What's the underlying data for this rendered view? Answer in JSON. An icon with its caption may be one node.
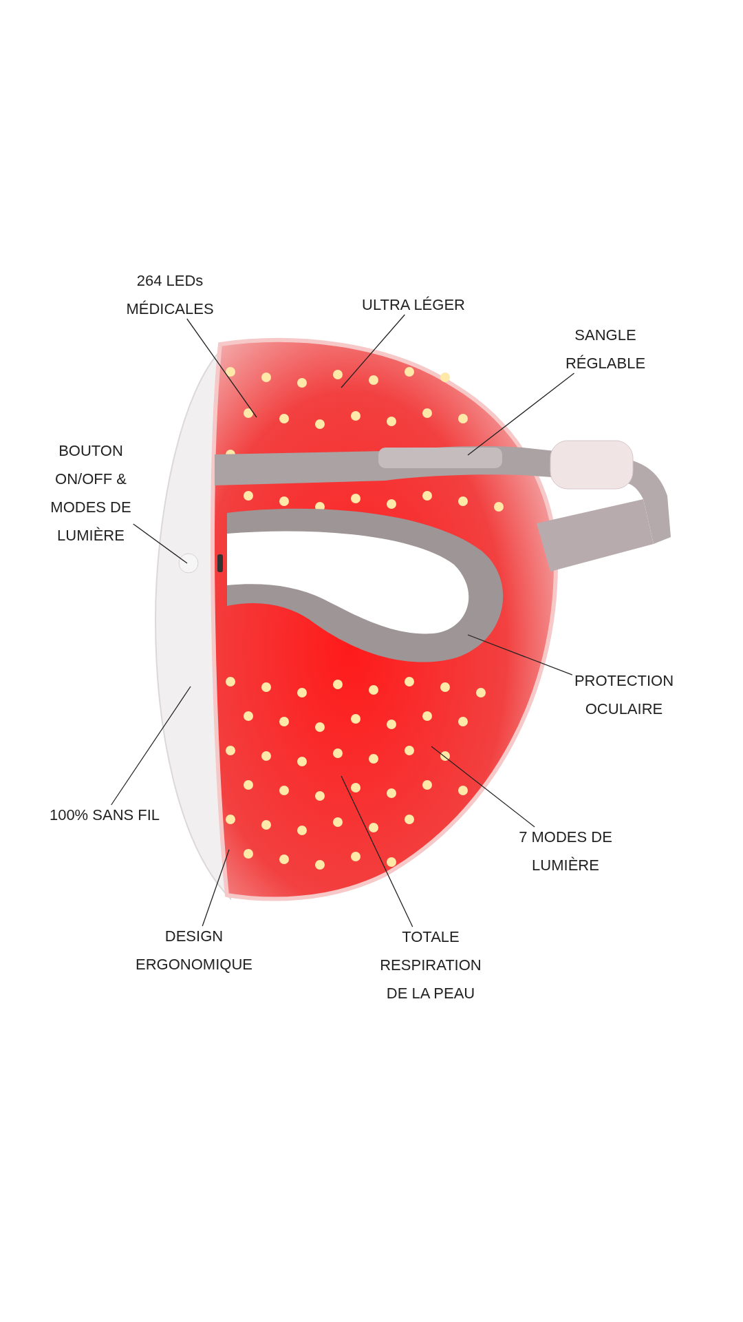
{
  "diagram": {
    "nodes": [
      {
        "text": [
          "264 LEDs MÉDICALES"
        ]
      },
      {
        "text": [
          "ULTRA LÉGER"
        ]
      },
      {
        "text": [
          "SANGLE RÉGLABLE"
        ]
      },
      {
        "text": [
          "BOUTON ON/OFF & MODES DE LUMIÈRE"
        ]
      },
      {
        "text": [
          "PROTECTION OCULAIRE"
        ]
      },
      {
        "text": [
          "100% SANS FIL"
        ]
      },
      {
        "text": [
          "7 MODES DE LUMIÈRE"
        ]
      },
      {
        "text": [
          "DESIGN ERGONOMIQUE"
        ]
      },
      {
        "text": [
          "TOTALE RESPIRATION DE LA PEAU"
        ]
      }
    ],
    "edges": [
      {
        "from": 0,
        "to": null,
        "arrow": "none"
      },
      {
        "from": 1,
        "to": null,
        "arrow": "none"
      },
      {
        "from": 2,
        "to": null,
        "arrow": "none"
      },
      {
        "from": 3,
        "to": null,
        "arrow": "none"
      },
      {
        "from": 4,
        "to": null,
        "arrow": "none"
      },
      {
        "from": 5,
        "to": null,
        "arrow": "none"
      },
      {
        "from": 6,
        "to": null,
        "arrow": "none"
      },
      {
        "from": 7,
        "to": null,
        "arrow": "none"
      },
      {
        "from": 8,
        "to": null,
        "arrow": "none"
      }
    ]
  }
}
